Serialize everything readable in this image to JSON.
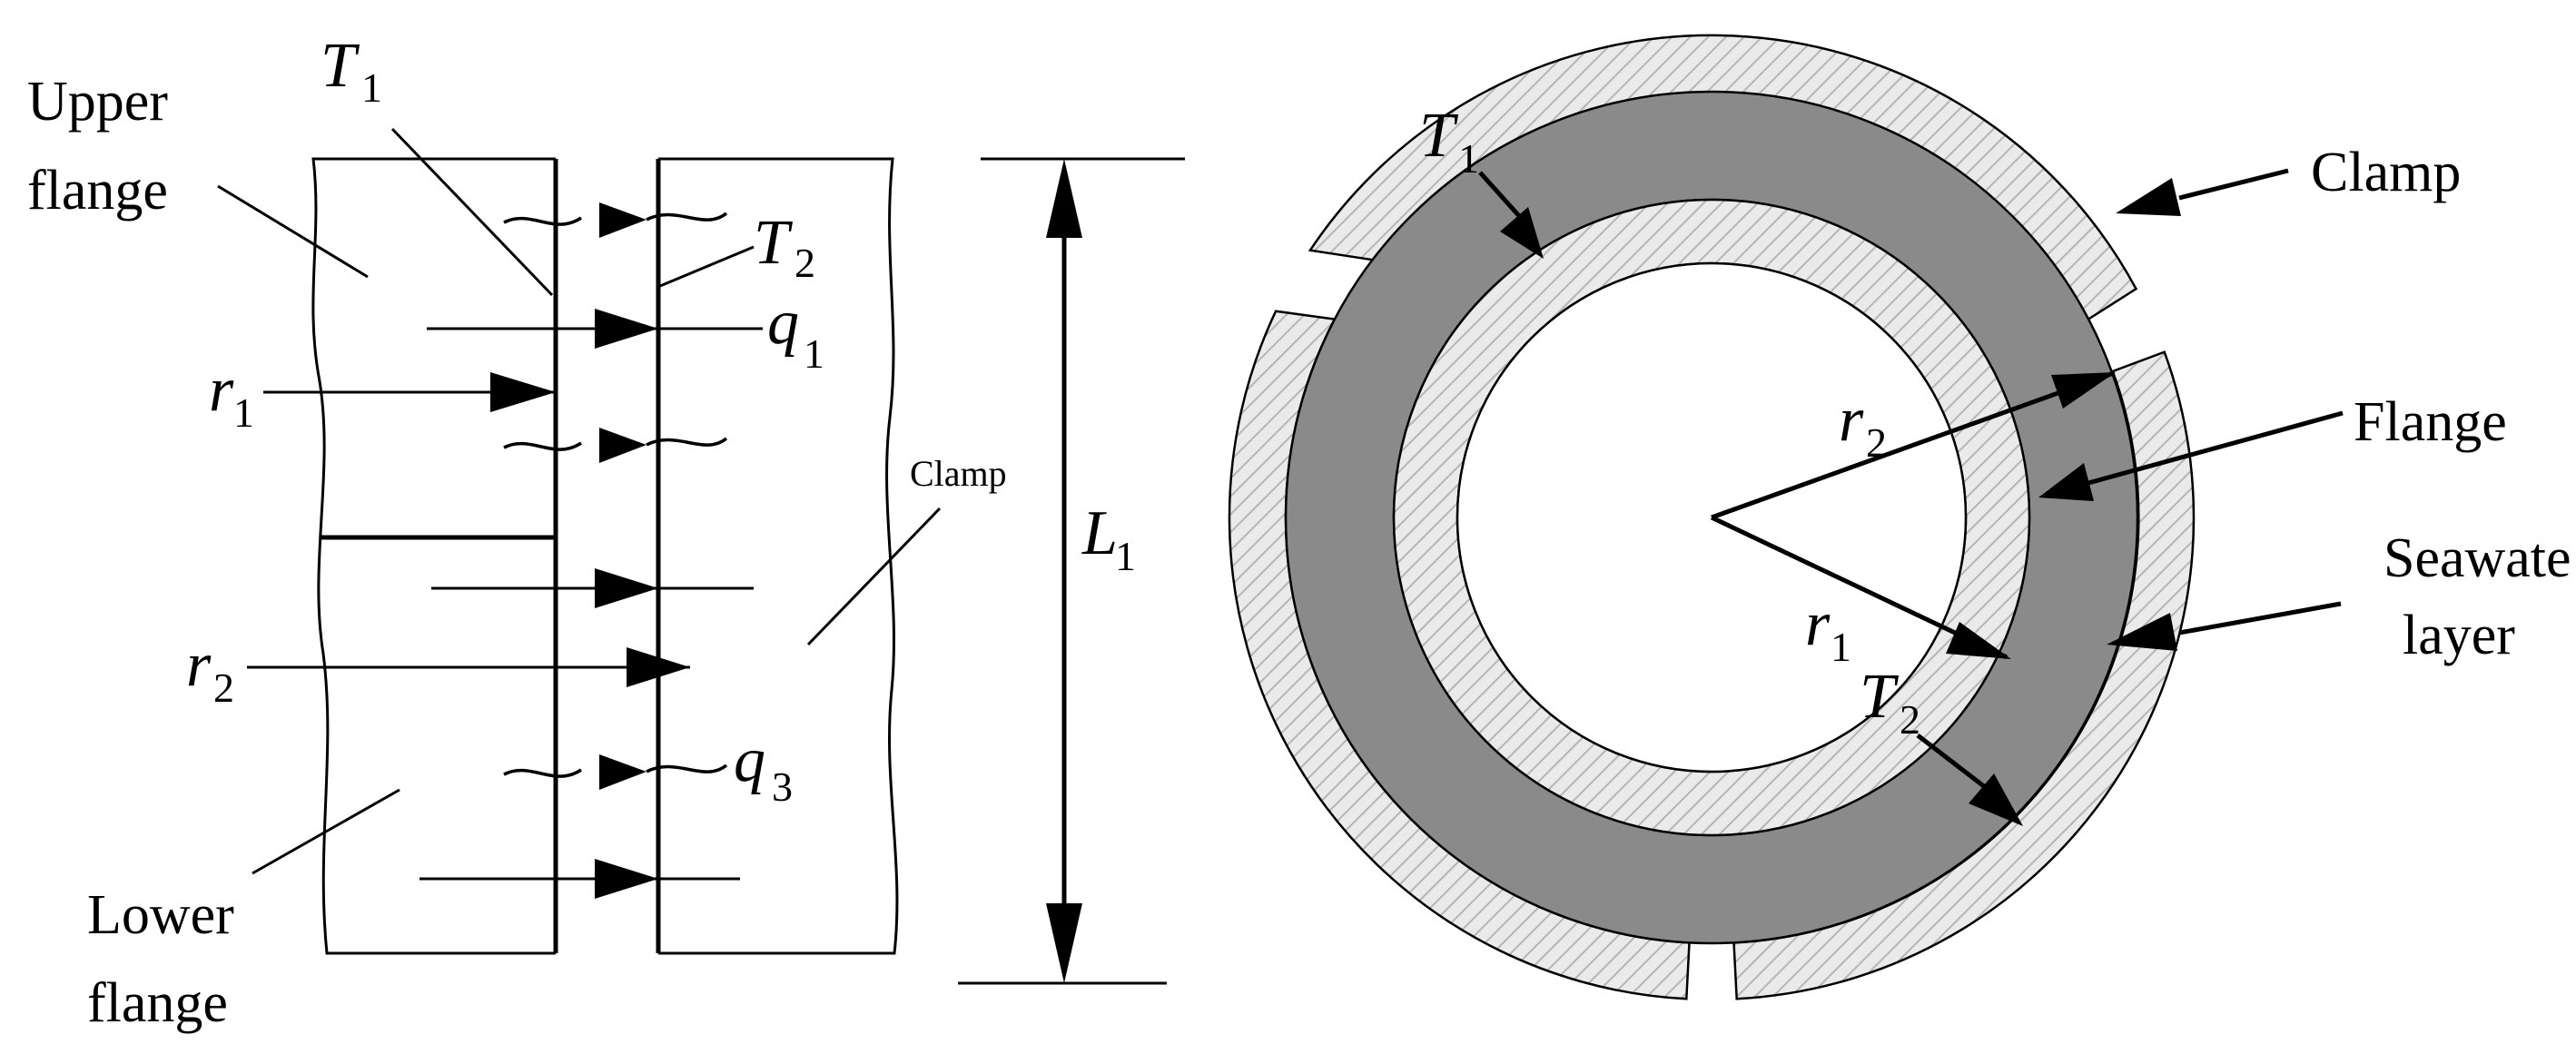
{
  "left_diagram": {
    "labels": {
      "upper_flange": [
        "Upper",
        "flange"
      ],
      "lower_flange": [
        "Lower",
        "flange"
      ],
      "clamp": "Clamp",
      "T1": {
        "main": "T",
        "sub": "1"
      },
      "T2": {
        "main": "T",
        "sub": "2"
      },
      "q1": {
        "main": "q",
        "sub": "1"
      },
      "q3": {
        "main": "q",
        "sub": "3"
      },
      "r1": {
        "main": "r",
        "sub": "1"
      },
      "r2": {
        "main": "r",
        "sub": "2"
      },
      "L1": {
        "main": "L",
        "sub": "1"
      }
    }
  },
  "right_diagram": {
    "labels": {
      "clamp": "Clamp",
      "flange": "Flange",
      "seawater_layer": [
        "Seawate",
        "layer"
      ],
      "T1": {
        "main": "T",
        "sub": "1"
      },
      "T2": {
        "main": "T",
        "sub": "2"
      },
      "r1": {
        "main": "r",
        "sub": "1"
      },
      "r2": {
        "main": "r",
        "sub": "2"
      }
    },
    "colors": {
      "seawater_ring": "#8a8a8a",
      "hatch_fill": "#eaeaea",
      "hatch_line": "#b5b5b5"
    }
  }
}
